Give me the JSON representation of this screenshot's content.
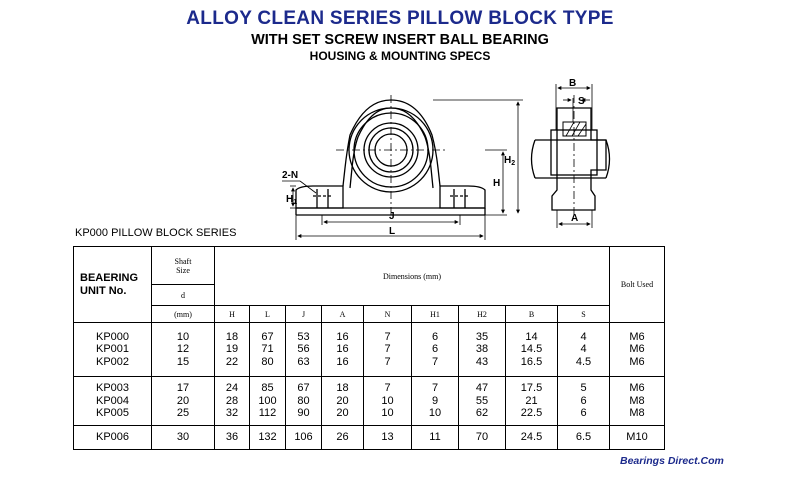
{
  "header": {
    "title": "ALLOY CLEAN SERIES PILLOW BLOCK TYPE",
    "subtitle": "WITH SET SCREW INSERT BALL BEARING",
    "subtitle2": "HOUSING & MOUNTING SPECS"
  },
  "drawing": {
    "labels": {
      "two_n": "2-N",
      "h1": "H",
      "h1_sub": "1",
      "h": "H",
      "h2": "H",
      "h2_sub": "2",
      "j": "J",
      "l": "L",
      "b": "B",
      "s": "S",
      "a": "A"
    }
  },
  "series_label": "KP000 PILLOW BLOCK SERIES",
  "table": {
    "unit_header": [
      "BEAERING",
      "UNIT No."
    ],
    "shaft_size": [
      "Shaft",
      "Size"
    ],
    "shaft_unit_d": "d",
    "shaft_unit_mm": "(mm)",
    "dimensions_header": "Dimensions (mm)",
    "bolt_header": "Bolt Used",
    "sub_headers": [
      "H",
      "L",
      "J",
      "A",
      "N",
      "H1",
      "H2",
      "B",
      "S"
    ],
    "groups": [
      {
        "units": [
          "KP000",
          "KP001",
          "KP002"
        ],
        "d": [
          "10",
          "12",
          "15"
        ],
        "H": [
          "18",
          "19",
          "22"
        ],
        "L": [
          "67",
          "71",
          "80"
        ],
        "J": [
          "53",
          "56",
          "63"
        ],
        "A": [
          "16",
          "16",
          "16"
        ],
        "N": [
          "7",
          "7",
          "7"
        ],
        "H1": [
          "6",
          "6",
          "7"
        ],
        "H2": [
          "35",
          "38",
          "43"
        ],
        "B": [
          "14",
          "14.5",
          "16.5"
        ],
        "S": [
          "4",
          "4",
          "4.5"
        ],
        "bolt": [
          "M6",
          "M6",
          "M6"
        ]
      },
      {
        "units": [
          "KP003",
          "KP004",
          "KP005"
        ],
        "d": [
          "17",
          "20",
          "25"
        ],
        "H": [
          "24",
          "28",
          "32"
        ],
        "L": [
          "85",
          "100",
          "112"
        ],
        "J": [
          "67",
          "80",
          "90"
        ],
        "A": [
          "18",
          "20",
          "20"
        ],
        "N": [
          "7",
          "10",
          "10"
        ],
        "H1": [
          "7",
          "9",
          "10"
        ],
        "H2": [
          "47",
          "55",
          "62"
        ],
        "B": [
          "17.5",
          "21",
          "22.5"
        ],
        "S": [
          "5",
          "6",
          "6"
        ],
        "bolt": [
          "M6",
          "M8",
          "M8"
        ]
      },
      {
        "units": [
          "KP006"
        ],
        "d": [
          "30"
        ],
        "H": [
          "36"
        ],
        "L": [
          "132"
        ],
        "J": [
          "106"
        ],
        "A": [
          "26"
        ],
        "N": [
          "13"
        ],
        "H1": [
          "11"
        ],
        "H2": [
          "70"
        ],
        "B": [
          "24.5"
        ],
        "S": [
          "6.5"
        ],
        "bolt": [
          "M10"
        ]
      }
    ]
  },
  "footer": "Bearings Direct.Com"
}
